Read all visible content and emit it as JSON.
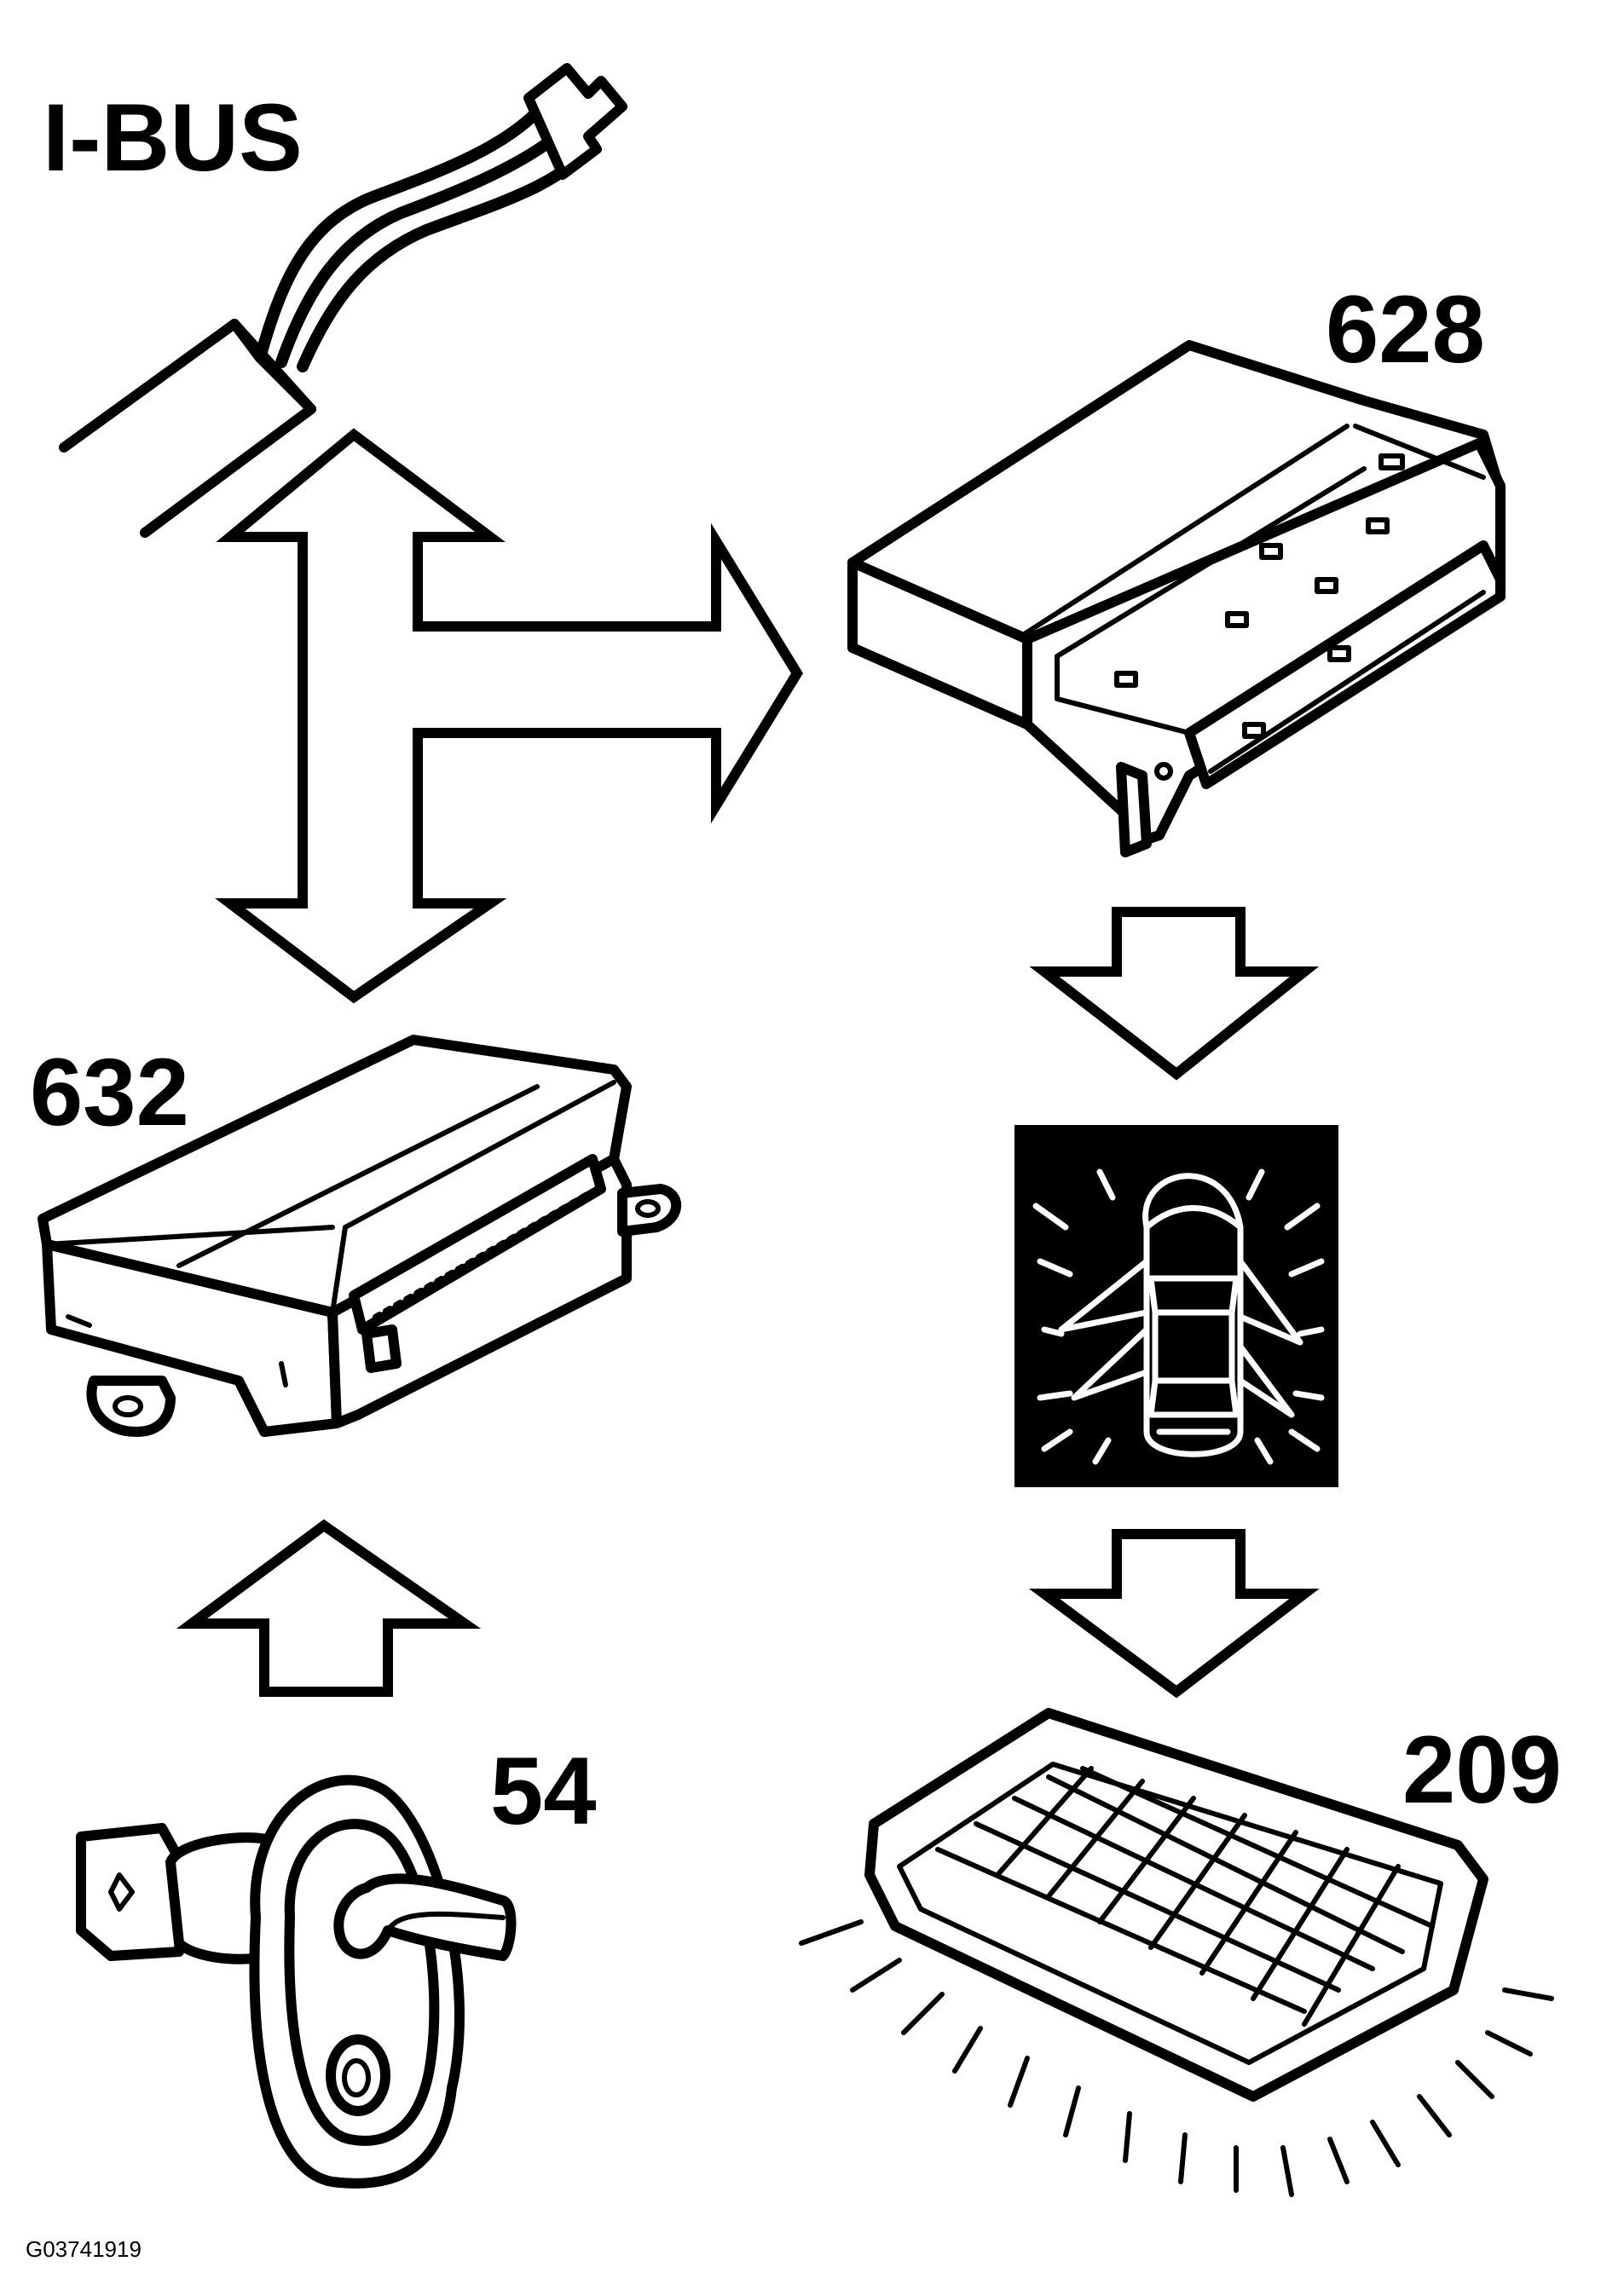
{
  "labels": {
    "bus": "I-BUS",
    "module_628": "628",
    "module_632": "632",
    "switch_54": "54",
    "lamp_209": "209",
    "figure_id": "G03741919"
  },
  "colors": {
    "ink": "#000000",
    "paper": "#ffffff"
  },
  "icons": {
    "connector": "bus-connector-icon",
    "module_628": "control-module-icon",
    "module_632": "control-module-icon",
    "door_symbol": "car-doors-open-icon",
    "switch": "door-contact-switch-icon",
    "lamp": "interior-lamp-icon"
  }
}
